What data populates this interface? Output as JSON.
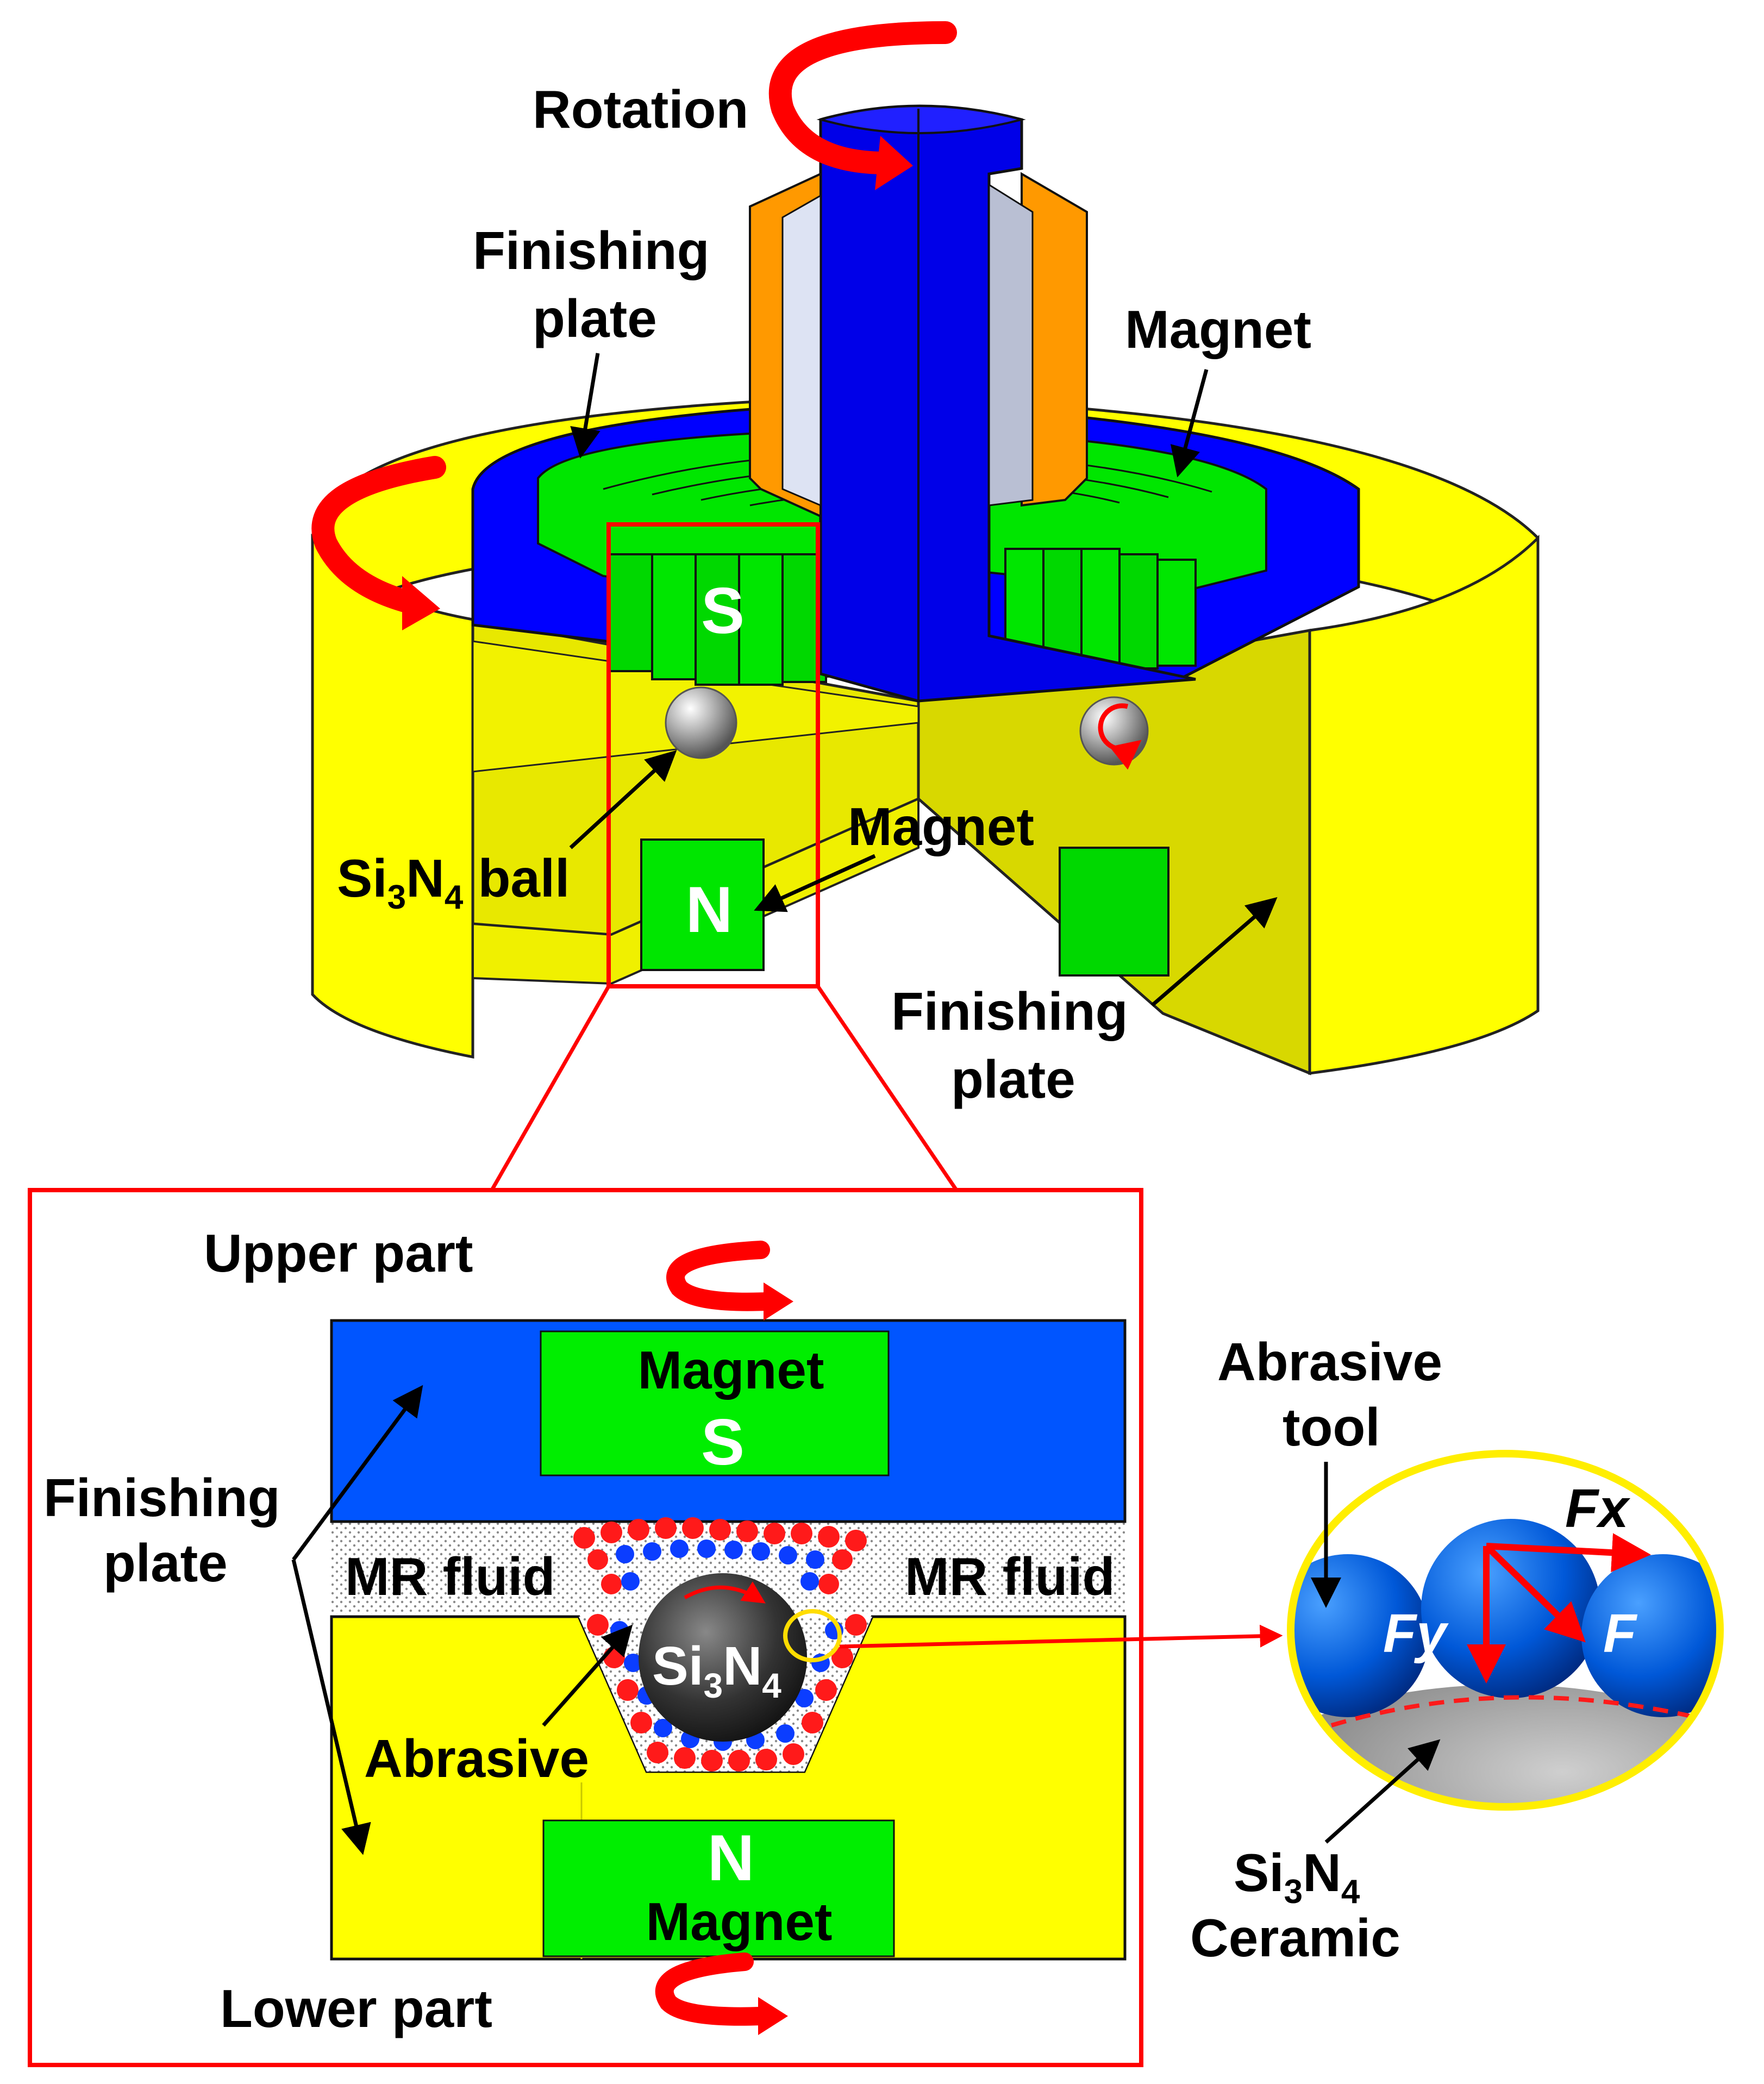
{
  "top": {
    "rotation_label": "Rotation",
    "finishing_plate_top_1": "Finishing",
    "finishing_plate_top_2": "plate",
    "magnet_top": "Magnet",
    "pole_s": "S",
    "pole_n": "N",
    "ball_label_pre": "Si",
    "ball_label_sub1": "3",
    "ball_label_mid": "N",
    "ball_label_sub2": "4",
    "ball_label_post": " ball",
    "magnet_mid": "Magnet",
    "finishing_plate_bottom_1": "Finishing",
    "finishing_plate_bottom_2": "plate"
  },
  "detail": {
    "upper_part": "Upper part",
    "lower_part": "Lower part",
    "magnet_upper": "Magnet",
    "pole_s": "S",
    "pole_n": "N",
    "magnet_lower": "Magnet",
    "finishing_plate_1": "Finishing",
    "finishing_plate_2": "plate",
    "mr_fluid_left": "MR fluid",
    "mr_fluid_right": "MR fluid",
    "center_pre": "Si",
    "center_sub1": "3",
    "center_mid": "N",
    "center_sub2": "4",
    "abrasive": "Abrasive"
  },
  "inset": {
    "abrasive_tool_1": "Abrasive",
    "abrasive_tool_2": "tool",
    "force_fx": "Fx",
    "force_fy": "Fy",
    "force_f": "F",
    "ceramic_pre": "Si",
    "ceramic_sub1": "3",
    "ceramic_mid": "N",
    "ceramic_sub2": "4",
    "ceramic_2": "Ceramic"
  },
  "colors": {
    "yellow": "#ffff00",
    "blue": "#0000ff",
    "green": "#00e600",
    "orange": "#ff9900",
    "red": "#ff0000"
  }
}
